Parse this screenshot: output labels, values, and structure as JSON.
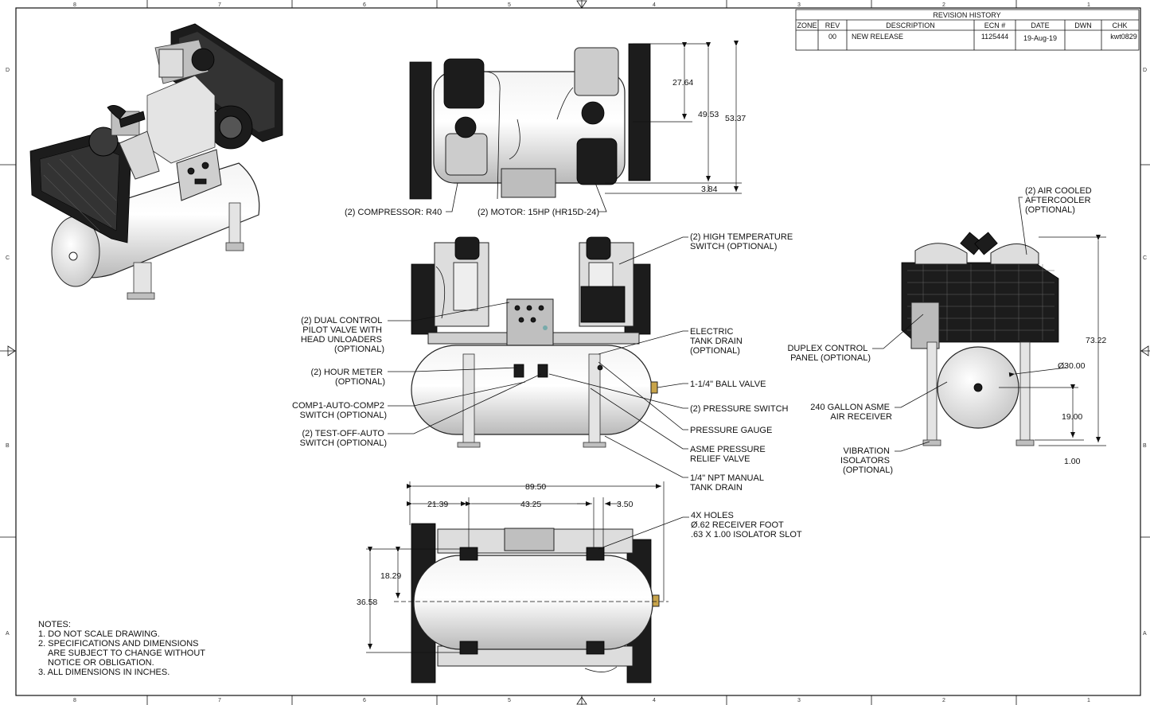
{
  "zones": {
    "top": [
      "8",
      "7",
      "6",
      "5",
      "4",
      "3",
      "2",
      "1"
    ],
    "side": [
      "D",
      "C",
      "B",
      "A"
    ]
  },
  "revision_history": {
    "title": "REVISION HISTORY",
    "headers": [
      "ZONE",
      "REV",
      "DESCRIPTION",
      "ECN #",
      "DATE",
      "DWN",
      "CHK"
    ],
    "row": [
      "",
      "00",
      "NEW RELEASE",
      "1125444",
      "19-Aug-19",
      "",
      "kwt0829"
    ]
  },
  "top_view": {
    "compressor_label": "(2) COMPRESSOR: R40",
    "motor_label": "(2) MOTOR: 15HP (HR15D-24)",
    "dims": [
      "27.64",
      "49.53",
      "53.37",
      "3.84"
    ]
  },
  "front_view": {
    "left_labels": [
      [
        "(2) DUAL CONTROL",
        "PILOT VALVE WITH",
        "HEAD UNLOADERS",
        "(OPTIONAL)"
      ],
      [
        "(2) HOUR METER",
        "(OPTIONAL)"
      ],
      [
        "COMP1-AUTO-COMP2",
        "SWITCH (OPTIONAL)"
      ],
      [
        "(2) TEST-OFF-AUTO",
        "SWITCH (OPTIONAL)"
      ]
    ],
    "right_labels": [
      [
        "(2) HIGH TEMPERATURE",
        "SWITCH (OPTIONAL)"
      ],
      [
        "ELECTRIC",
        "TANK DRAIN",
        "(OPTIONAL)"
      ],
      [
        "1-1/4\" BALL VALVE"
      ],
      [
        "(2) PRESSURE SWITCH"
      ],
      [
        "PRESSURE GAUGE"
      ],
      [
        "ASME PRESSURE",
        "RELIEF VALVE"
      ],
      [
        "1/4\" NPT MANUAL",
        "TANK DRAIN"
      ]
    ]
  },
  "side_view": {
    "labels": [
      [
        "(2) AIR COOLED",
        "AFTERCOOLER",
        "(OPTIONAL)"
      ],
      [
        "DUPLEX CONTROL",
        "PANEL (OPTIONAL)"
      ],
      [
        "240 GALLON ASME",
        "AIR RECEIVER"
      ],
      [
        "VIBRATION",
        "ISOLATORS",
        "(OPTIONAL)"
      ]
    ],
    "dims": [
      "73.22",
      "Ø30.00",
      "19.00",
      "1.00"
    ]
  },
  "bottom_view": {
    "holes_label": [
      "4X HOLES",
      "Ø.62 RECEIVER FOOT",
      ".63 X 1.00 ISOLATOR SLOT"
    ],
    "dims": [
      "89.50",
      "21.39",
      "43.25",
      "3.50",
      "18.29",
      "36.58"
    ]
  },
  "notes": {
    "title": "NOTES:",
    "lines": [
      "1. DO NOT SCALE DRAWING.",
      "2. SPECIFICATIONS AND DIMENSIONS",
      "ARE SUBJECT TO CHANGE WITHOUT",
      "NOTICE OR OBLIGATION.",
      "3. ALL DIMENSIONS IN INCHES."
    ]
  }
}
